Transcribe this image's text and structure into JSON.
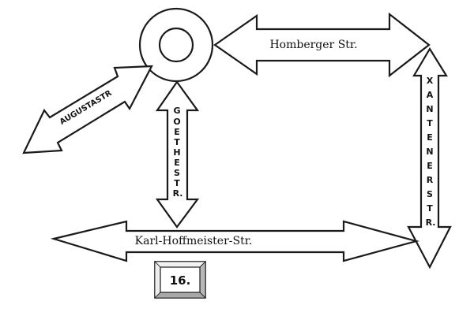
{
  "streets": {
    "homberger": "Homberger Str.",
    "augusta": "AUGUSTASTR",
    "goethe_letters": [
      "G",
      "O",
      "E",
      "T",
      "H",
      "E",
      "S",
      "T",
      "R."
    ],
    "xantener_letters": [
      "X",
      "A",
      "N",
      "T",
      "E",
      "N",
      "E",
      "R",
      "S",
      "T",
      "R."
    ],
    "karl": "Karl-Hoffmeister-Str."
  },
  "box_label": "16."
}
